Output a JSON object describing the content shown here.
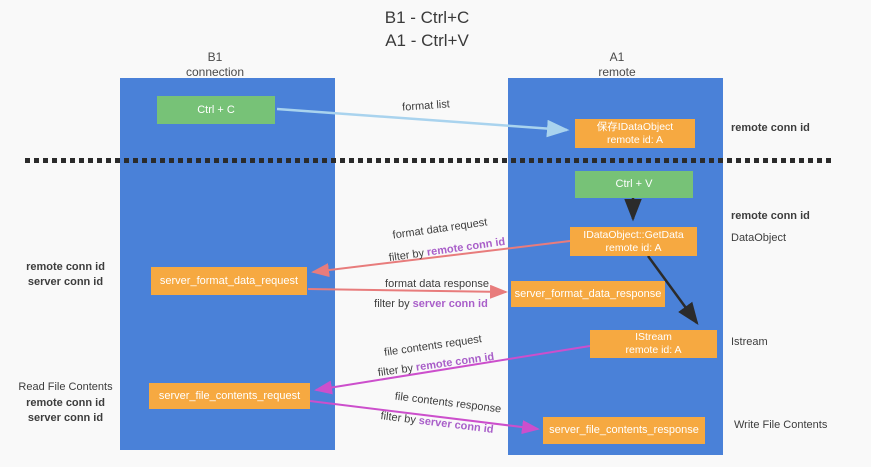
{
  "title": {
    "line1": "B1 - Ctrl+C",
    "line2": "A1 - Ctrl+V"
  },
  "lifelines": {
    "b1": {
      "name": "B1",
      "role": "connection"
    },
    "a1": {
      "name": "A1",
      "role": "remote"
    }
  },
  "boxes": {
    "ctrl_c": {
      "label": "Ctrl + C"
    },
    "save_dataobject": {
      "line1": "保存IDataObject",
      "line2": "remote id: A"
    },
    "ctrl_v": {
      "label": "Ctrl + V"
    },
    "getdata": {
      "line1": "IDataObject::GetData",
      "line2": "remote id: A"
    },
    "format_request": {
      "label": "server_format_data_request"
    },
    "format_response": {
      "label": "server_format_data_response"
    },
    "istream": {
      "line1": "IStream",
      "line2": "remote id: A"
    },
    "file_request": {
      "label": "server_file_contents_request"
    },
    "file_response": {
      "label": "server_file_contents_response"
    }
  },
  "arrow_labels": {
    "format_list": "format list",
    "format_data_request": "format data request",
    "format_data_response": "format data response",
    "file_contents_request": "file contents request",
    "file_contents_response": "file contents response",
    "filter_by": "filter by",
    "remote_conn_id": "remote conn id",
    "server_conn_id": "server conn id"
  },
  "side_labels": {
    "left_mid_remote": "remote conn id",
    "left_mid_server": "server conn id",
    "read_file_contents": "Read File Contents",
    "left_bottom_remote": "remote conn id",
    "left_bottom_server": "server conn id",
    "right_top_remote": "remote conn id",
    "right_mid_remote": "remote conn id",
    "dataobject": "DataObject",
    "istream": "Istream",
    "write_file_contents": "Write File Contents"
  },
  "colors": {
    "background": "#f9f9f9",
    "lifeline_blue": "#4a81d8",
    "box_green": "#77c277",
    "box_orange": "#f6a941",
    "arrow_lightblue": "#a9d3ee",
    "arrow_black": "#2b2b2b",
    "arrow_salmon": "#e87c7c",
    "arrow_magenta": "#cc4fcc",
    "text_purple": "#a95fc9",
    "text_green": "#62bd62",
    "divider_black": "#2b2b2b"
  }
}
